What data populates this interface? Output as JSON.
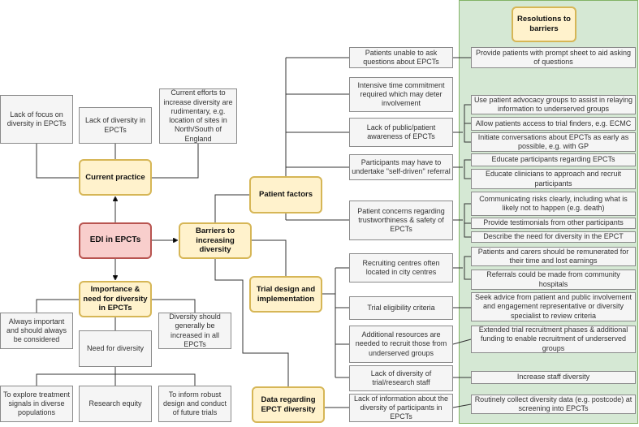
{
  "center": "EDI in EPCTs",
  "current_practice": {
    "title": "Current practice",
    "items": [
      "Lack of focus on diversity in EPCTs",
      "Lack of diversity in EPCTs",
      "Current efforts to increase diversity are rudimentary, e.g. location of sites in North/South of England"
    ]
  },
  "importance": {
    "title": "Importance & need for diversity in EPCTs",
    "items": [
      "Always important and should always be considered",
      "Diversity should generally be increased in all EPCTs"
    ],
    "need": "Need for diversity",
    "need_items": [
      "To explore treatment signals in diverse populations",
      "Research equity",
      "To inform robust design and conduct of future trials"
    ]
  },
  "barriers": {
    "title": "Barriers to increasing diversity",
    "patient_factors": "Patient factors",
    "trial_design": "Trial design and implementation",
    "data": "Data regarding EPCT diversity"
  },
  "middle": [
    "Patients unable to ask questions about EPCTs",
    "Intensive time commitment required which may deter involvement",
    "Lack of public/patient awareness of EPCTs",
    "Participants may have to undertake \"self-driven\" referral",
    "Patient concerns regarding trustworthiness & safety of EPCTs",
    "Recruiting centres often located in city centres",
    "Trial eligibility criteria",
    "Additional resources are needed to recruit those from underserved groups",
    "Lack of diversity of trial/research staff",
    "Lack of information about the diversity of participants in EPCTs"
  ],
  "resolutions": {
    "title": "Resolutions to barriers",
    "items": [
      "Provide patients with prompt sheet to aid asking of questions",
      "Use patient advocacy groups to assist in relaying information to underserved groups",
      "Allow patients access to trial finders, e.g. ECMC",
      "Initiate conversations about EPCTs as early as possible, e.g. with GP",
      "Educate participants regarding EPCTs",
      "Educate clinicians to approach and recruit participants",
      "Communicating risks clearly, including what is likely not to happen (e.g. death)",
      "Provide testimonials from other participants",
      "Describe the need for diversity in the EPCT",
      "Patients and carers should be remunerated for their time and lost earnings",
      "Referrals could be made from community hospitals",
      "Seek advice from patient and public involvement and engagement representative or diversity specialist to review criteria",
      "Extended trial recruitment phases & additional funding to enable recruitment of underserved groups",
      "Increase staff diversity",
      "Routinely collect diversity data (e.g. postcode) at screening into EPCTs"
    ]
  }
}
